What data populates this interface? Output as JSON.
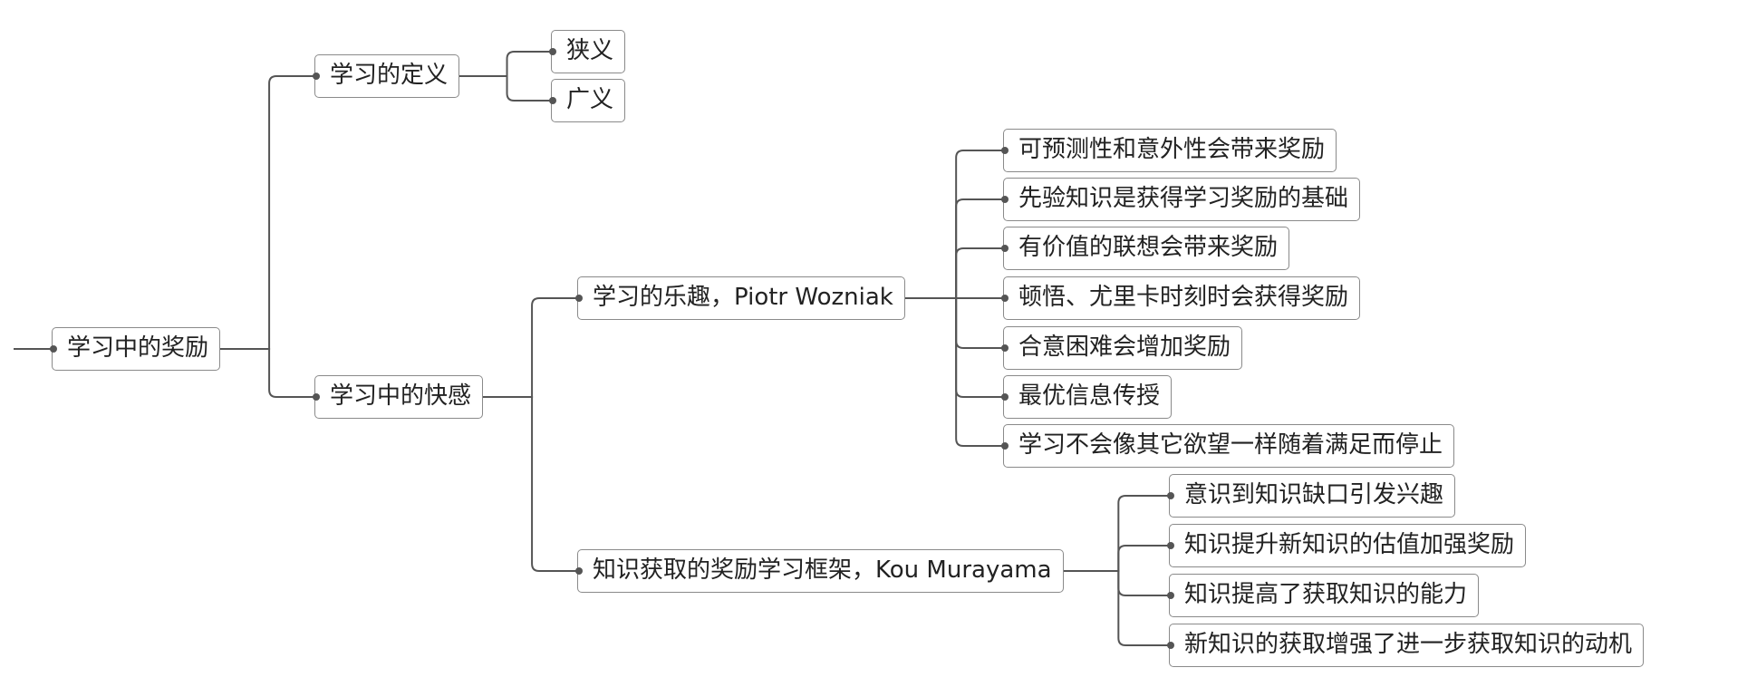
{
  "mindmap": {
    "root": "学习中的奖励",
    "definition": {
      "label": "学习的定义",
      "children": [
        "狭义",
        "广义"
      ]
    },
    "pleasure": {
      "label": "学习中的快感",
      "wozniak": {
        "label": "学习的乐趣，Piotr Wozniak",
        "children": [
          "可预测性和意外性会带来奖励",
          "先验知识是获得学习奖励的基础",
          "有价值的联想会带来奖励",
          "顿悟、尤里卡时刻时会获得奖励",
          "合意困难会增加奖励",
          "最优信息传授",
          "学习不会像其它欲望一样随着满足而停止"
        ]
      },
      "murayama": {
        "label": "知识获取的奖励学习框架，Kou Murayama",
        "children": [
          "意识到知识缺口引发兴趣",
          "知识提升新知识的估值加强奖励",
          "知识提高了获取知识的能力",
          "新知识的获取增强了进一步获取知识的动机"
        ]
      }
    }
  }
}
